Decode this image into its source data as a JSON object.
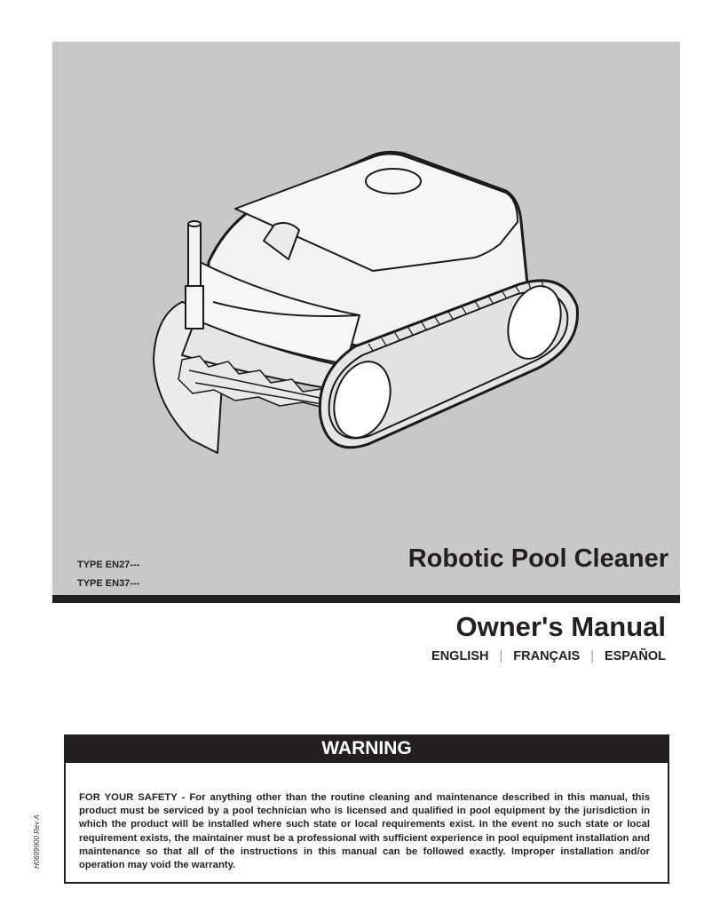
{
  "cover": {
    "type_models": [
      "TYPE EN27---",
      "TYPE EN37---"
    ],
    "product_title": "Robotic Pool Cleaner",
    "illustration": "robotic-pool-cleaner-illustration",
    "colors": {
      "panel": "#c8c8c8",
      "bar": "#231f20"
    }
  },
  "manual": {
    "title": "Owner's Manual",
    "languages": [
      "ENGLISH",
      "FRANÇAIS",
      "ESPAÑOL"
    ],
    "separator": "|"
  },
  "warning": {
    "heading": "WARNING",
    "body": "FOR YOUR SAFETY - For anything other than the routine cleaning and maintenance described in this manual, this product must be serviced by a pool technician who is licensed and qualified in pool equipment by the jurisdiction in which the product will be installed where such state or local requirements exist. In the event no such state or local requirement exists, the maintainer must be a professional with sufficient experience in pool equipment installation and maintenance so that all of the instructions in this manual can be followed exactly. Improper installation and/or operation may void the warranty."
  },
  "document_code": "H0699900 Rev A"
}
